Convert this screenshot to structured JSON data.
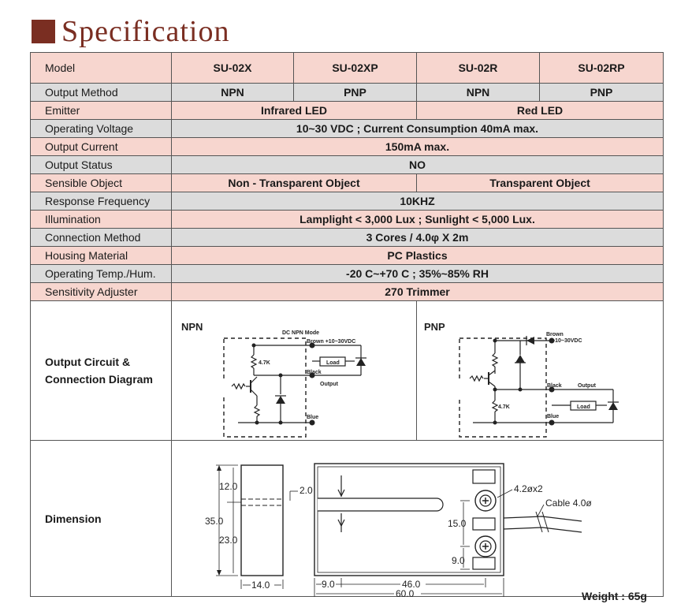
{
  "title": "Specification",
  "table": {
    "model": {
      "label": "Model",
      "values": [
        "SU-02X",
        "SU-02XP",
        "SU-02R",
        "SU-02RP"
      ]
    },
    "output_method": {
      "label": "Output Method",
      "values": [
        "NPN",
        "PNP",
        "NPN",
        "PNP"
      ]
    },
    "emitter": {
      "label": "Emitter",
      "values": [
        "Infrared LED",
        "Red LED"
      ]
    },
    "operating_voltage": {
      "label": "Operating Voltage",
      "value": "10~30 VDC ; Current Consumption 40mA max."
    },
    "output_current": {
      "label": "Output Current",
      "value": "150mA max."
    },
    "output_status": {
      "label": "Output Status",
      "value": "NO"
    },
    "sensible_object": {
      "label": "Sensible Object",
      "values": [
        "Non - Transparent Object",
        "Transparent Object"
      ]
    },
    "response_frequency": {
      "label": "Response Frequency",
      "value": "10KHZ"
    },
    "illumination": {
      "label": "Illumination",
      "value": "Lamplight < 3,000 Lux ; Sunlight < 5,000 Lux."
    },
    "connection_method": {
      "label": "Connection Method",
      "value": "3 Cores / 4.0φ X 2m"
    },
    "housing_material": {
      "label": "Housing Material",
      "value": "PC Plastics"
    },
    "operating_temp": {
      "label": "Operating Temp./Hum.",
      "value": "-20 C~+70 C ; 35%~85% RH"
    },
    "sensitivity": {
      "label": "Sensitivity Adjuster",
      "value": "270   Trimmer"
    },
    "circuit": {
      "label_line1": "Output Circuit &",
      "label_line2": "Connection Diagram"
    },
    "dimension": {
      "label": "Dimension",
      "weight": "Weight : 65g"
    }
  },
  "npn_circuit": {
    "title": "NPN",
    "mode": "DC  NPN  Mode",
    "brown": "Brown  +10~30VDC",
    "resistor": "4.7K",
    "load": "Load",
    "black": "Black",
    "output": "Output",
    "blue": "Blue"
  },
  "pnp_circuit": {
    "title": "PNP",
    "brown": "Brown",
    "voltage": "+10~30VDC",
    "black": "Black",
    "output": "Output",
    "resistor": "4.7K",
    "load": "Load",
    "blue": "Blue"
  },
  "dims": {
    "d12": "12.0",
    "d35": "35.0",
    "d23": "23.0",
    "d14": "14.0",
    "d2": "2.0",
    "hole": "4.2øx2",
    "cable": "Cable  4.0ø",
    "d15": "15.0",
    "d9v": "9.0",
    "d9h": "9.0",
    "d46": "46.0",
    "d60": "60.0"
  }
}
